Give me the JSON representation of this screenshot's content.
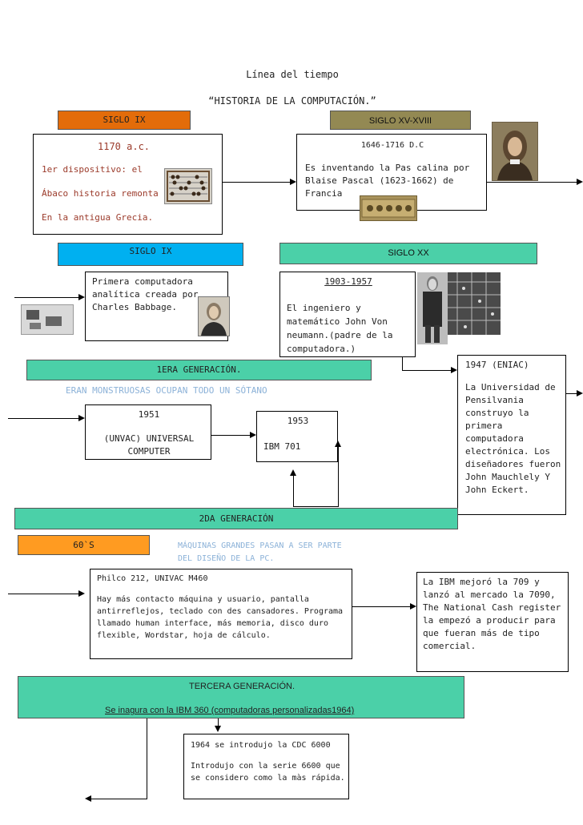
{
  "title": "Línea del tiempo",
  "subtitle": "“HISTORIA DE LA COMPUTACIÓN.”",
  "row1": {
    "left_label": "SIGLO IX",
    "right_label": "SIGLO XV-XVIII",
    "left_box": {
      "year": "1170 a.c.",
      "line1": "1er dispositivo: el",
      "line2": "Ábaco historia remonta",
      "line3": "En la antigua Grecia."
    },
    "right_box": {
      "year": "1646-1716 D.C",
      "text": "Es inventando la Pas calina por Blaise Pascal (1623-1662) de Francia"
    }
  },
  "row2": {
    "left_label": "SIGLO IX",
    "right_label": "SIGLO XX",
    "left_box": "Primera computadora analítica creada por Charles Babbage.",
    "right_box": {
      "year": "1903-1957",
      "text": "El ingeniero y matemático  John Von neumann.(padre de la computadora.)"
    }
  },
  "gen1": {
    "label": "1ERA GENERACIÓN.",
    "note": "ERAN MONSTRUOSAS OCUPAN TODO UN SÓTANO",
    "box1951": {
      "year": "1951",
      "text": "(UNVAC) UNIVERSAL COMPUTER"
    },
    "box1953": {
      "year": "1953",
      "text": "IBM 701"
    },
    "eniac": "1947 (ENIAC)",
    "eniac_text": "La Universidad de Pensilvania construyo la primera computadora electrónica. Los diseñadores fueron John Mauchlely Y John Eckert."
  },
  "gen2": {
    "label": "2DA GENERACIÓN",
    "decade": "60`S",
    "note_line1": "MÁQUINAS GRANDES PASAN  A SER PARTE",
    "note_line2": "DEL DISEÑO DE LA PC.",
    "box_title": "Philco 212, UNIVAC M460",
    "box_text": "Hay más contacto máquina y usuario, pantalla antirreflejos, teclado con des cansadores. Programa llamado human interface, más memoria, disco duro flexible, Wordstar, hoja de cálculo.",
    "ibm_text": "La IBM mejoró la 709 y lanzó al mercado la 7090, The National Cash register la empezó a producir para que fueran más de tipo comercial."
  },
  "gen3": {
    "label": "TERCERA GENERACIÓN.",
    "note": "Se inagura con la IBM 360 (computadoras personalizadas1964)",
    "box_title": "1964 se introdujo la CDC 6000",
    "box_text": "Introdujo con la serie 6600 que se considero como la màs rápida."
  },
  "colors": {
    "orange": "#e36c0a",
    "olive": "#938953",
    "cyan": "#00b0f0",
    "teal": "#4bd0a8",
    "orange_light": "#ff9b21",
    "brown_text": "#9b3a2a",
    "blue_note": "#8cb2d8"
  },
  "icons": [
    "abacus-image",
    "pascaline-image",
    "pascal-portrait",
    "babbage-machine-image",
    "babbage-portrait",
    "von-neumann-photo",
    "eniac-photo"
  ]
}
